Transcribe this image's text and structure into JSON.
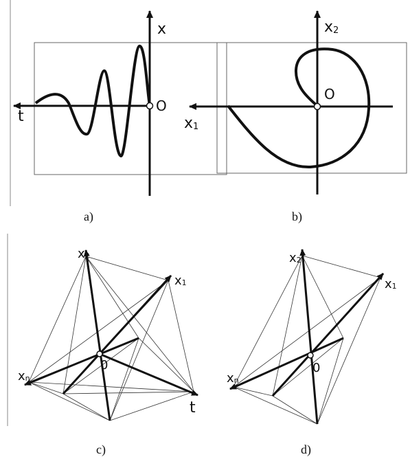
{
  "panels": {
    "a": {
      "caption": "a)",
      "x_axis": "t",
      "y_axis": "x",
      "origin": "O"
    },
    "b": {
      "caption": "b)",
      "x_axis": {
        "letter": "x",
        "sub": "1"
      },
      "y_axis": {
        "letter": "x",
        "sub": "2"
      },
      "origin": "O"
    },
    "c": {
      "caption": "c)",
      "labels": {
        "x2": {
          "letter": "x",
          "sub": "2"
        },
        "x1": {
          "letter": "x",
          "sub": "1"
        },
        "xn": {
          "letter": "x",
          "sub": "n"
        },
        "t": "t",
        "origin": "0"
      }
    },
    "d": {
      "caption": "d)",
      "labels": {
        "x2": {
          "letter": "x",
          "sub": "2"
        },
        "x1": {
          "letter": "x",
          "sub": "1"
        },
        "xn": {
          "letter": "x",
          "sub": "n"
        },
        "origin": "0"
      }
    }
  },
  "colors": {
    "stroke": "#111111",
    "frame": "#555555",
    "thin": "#333333"
  }
}
